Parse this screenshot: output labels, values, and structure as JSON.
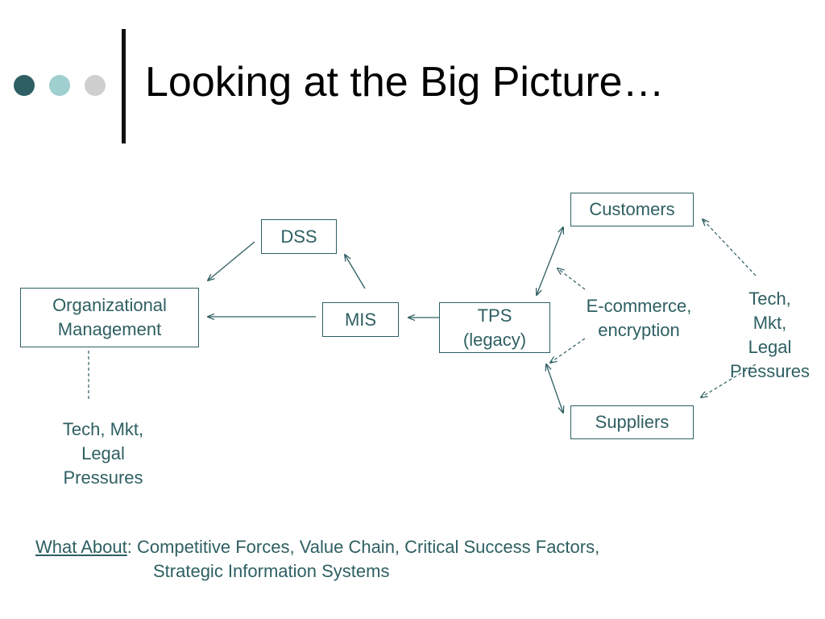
{
  "slide": {
    "title": "Looking at the Big Picture…",
    "bullet_dot_colors": [
      "#2e5f62",
      "#9fcfcf",
      "#cfcfcf"
    ]
  },
  "diagram": {
    "nodes": {
      "dss": "DSS",
      "org_management": "Organizational\nManagement",
      "mis": "MIS",
      "tps": "TPS\n(legacy)",
      "customers": "Customers",
      "suppliers": "Suppliers"
    },
    "labels": {
      "ecommerce": "E-commerce,\nencryption",
      "pressures_right": "Tech,\nMkt,\nLegal\nPressures",
      "pressures_left": "Tech, Mkt,\nLegal\nPressures"
    },
    "edges": [
      {
        "from": "mis",
        "to": "dss",
        "style": "solid"
      },
      {
        "from": "dss",
        "to": "org_management",
        "style": "solid"
      },
      {
        "from": "mis",
        "to": "org_management",
        "style": "solid"
      },
      {
        "from": "tps",
        "to": "mis",
        "style": "solid"
      },
      {
        "from": "tps",
        "to": "customers",
        "style": "solid",
        "bidirectional": true
      },
      {
        "from": "tps",
        "to": "suppliers",
        "style": "solid",
        "bidirectional": true
      },
      {
        "from": "ecommerce",
        "to": "tps",
        "style": "dashed"
      },
      {
        "from": "pressures_right",
        "to": "customers",
        "style": "dashed"
      },
      {
        "from": "pressures_right",
        "to": "suppliers",
        "style": "dashed"
      },
      {
        "from": "pressures_left",
        "to": "org_management",
        "style": "dashed"
      }
    ]
  },
  "footer": {
    "what_about": "What About",
    "line1_rest": ": Competitive Forces, Value Chain, Critical Success Factors,",
    "line2": "Strategic Information Systems"
  },
  "colors": {
    "accent": "#2e5f62",
    "title": "#000000"
  }
}
